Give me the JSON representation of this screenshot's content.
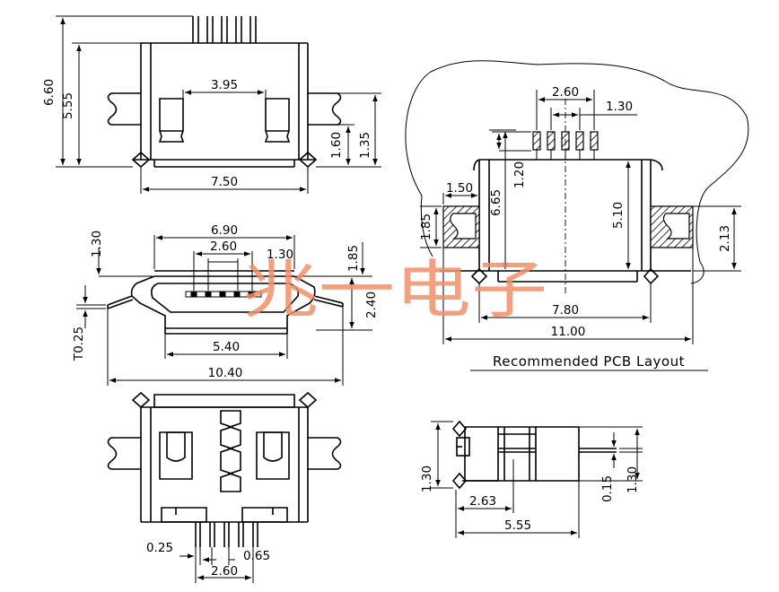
{
  "top_view": {
    "height_total": "6.60",
    "height_body": "5.55",
    "pin_span": "3.95",
    "tab_h1": "1.60",
    "tab_h2": "1.35",
    "width": "7.50"
  },
  "front_view": {
    "outer_width": "6.90",
    "pitch_span": "2.60",
    "pitch": "1.30",
    "left_h": "1.30",
    "right_h": "1.85",
    "inner_h": "2.40",
    "thickness": "T0.25",
    "bottom_width": "5.40",
    "total_width": "10.40"
  },
  "pcb_layout": {
    "caption": "Recommended PCB Layout",
    "pad_span": "2.60",
    "pad_pitch": "1.30",
    "pad_len": "1.20",
    "tab_w": "1.50",
    "tab_h": "1.85",
    "v_span": "6.65",
    "v_inner": "5.10",
    "right_tab_h": "2.13",
    "inner_width": "7.80",
    "total_width": "11.00"
  },
  "bottom_view": {
    "pin_w": "0.25",
    "pitch_span": "2.60",
    "pin_gap": "0.65"
  },
  "side_view": {
    "height": "1.30",
    "offset": "2.63",
    "length": "5.55",
    "lead_t": "0.15",
    "right_h": "1.30"
  },
  "watermark": "兆一电子"
}
